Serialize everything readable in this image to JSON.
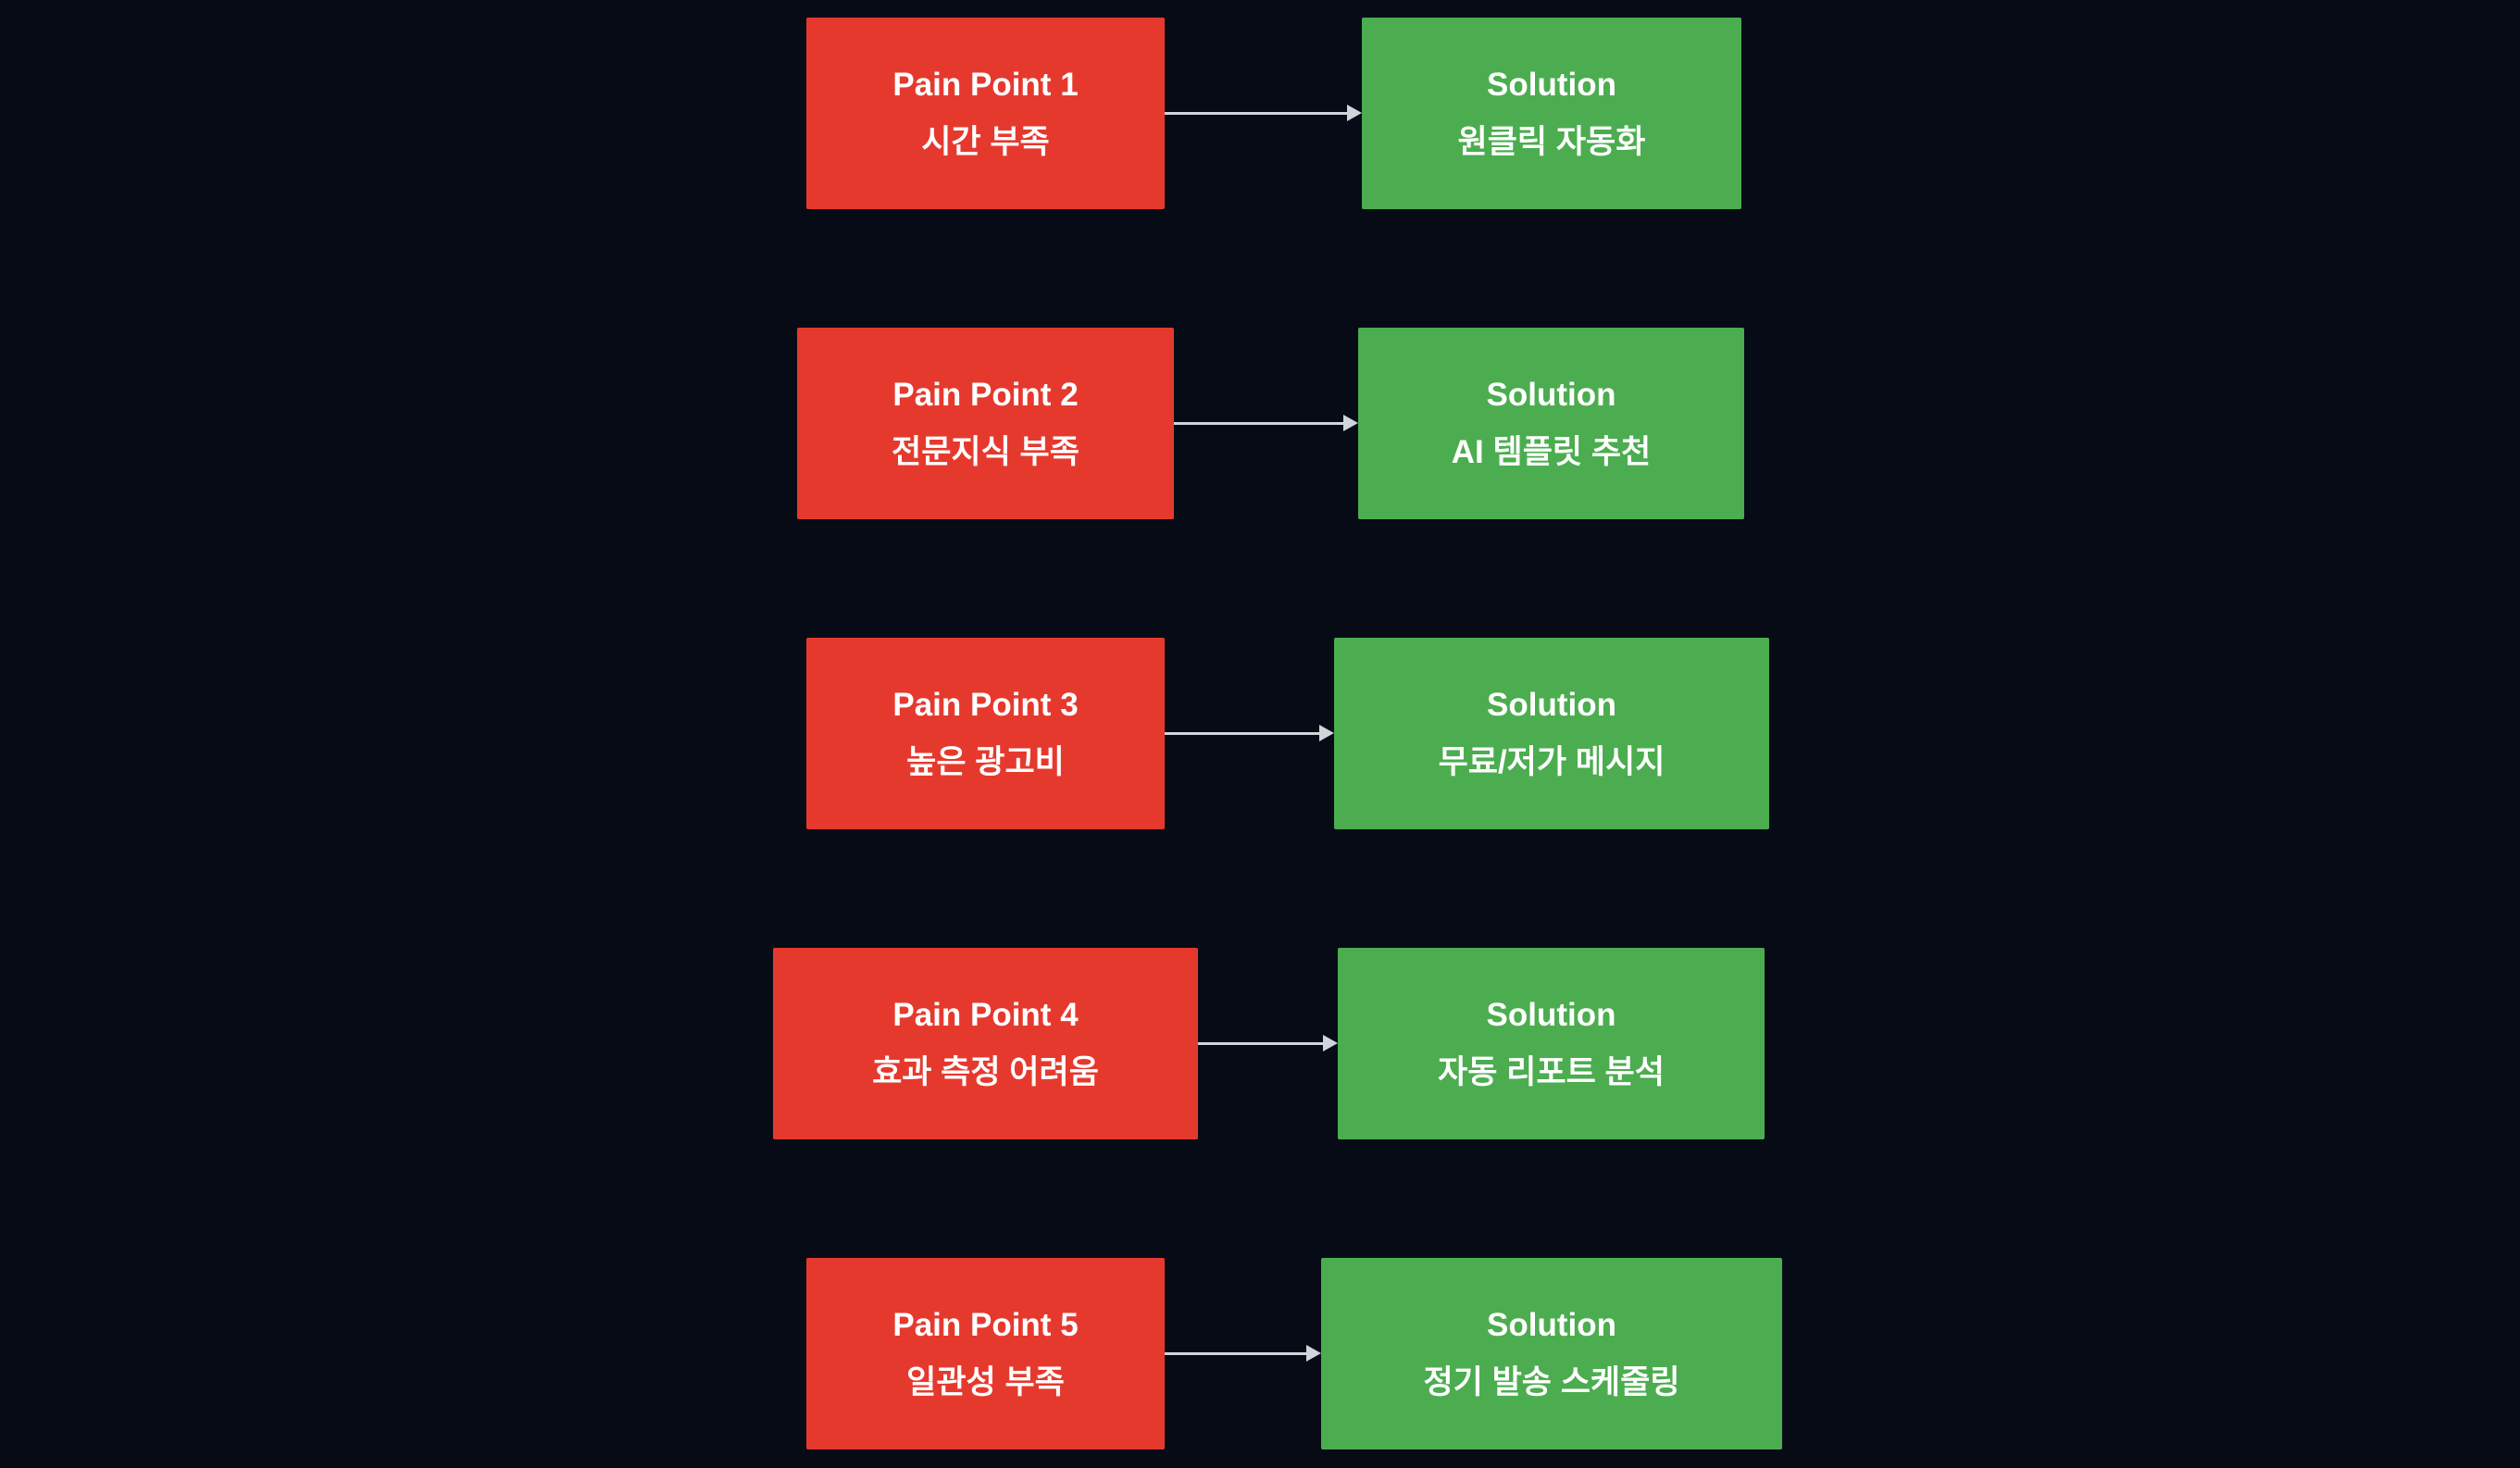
{
  "colors": {
    "background": "#060b16",
    "pain_box": "#e6392e",
    "solution_box": "#4bad4f",
    "arrow": "#d0d5db",
    "text": "#ffffff"
  },
  "arrow_icon": "right-arrow",
  "rows": [
    {
      "pain_title": "Pain Point 1",
      "pain_desc": "시간 부족",
      "solution_title": "Solution",
      "solution_desc": "원클릭 자동화"
    },
    {
      "pain_title": "Pain Point 2",
      "pain_desc": "전문지식 부족",
      "solution_title": "Solution",
      "solution_desc": "AI 템플릿 추천"
    },
    {
      "pain_title": "Pain Point 3",
      "pain_desc": "높은 광고비",
      "solution_title": "Solution",
      "solution_desc": "무료/저가 메시지"
    },
    {
      "pain_title": "Pain Point 4",
      "pain_desc": "효과 측정 어려움",
      "solution_title": "Solution",
      "solution_desc": "자동 리포트 분석"
    },
    {
      "pain_title": "Pain Point 5",
      "pain_desc": "일관성 부족",
      "solution_title": "Solution",
      "solution_desc": "정기 발송 스케줄링"
    }
  ]
}
